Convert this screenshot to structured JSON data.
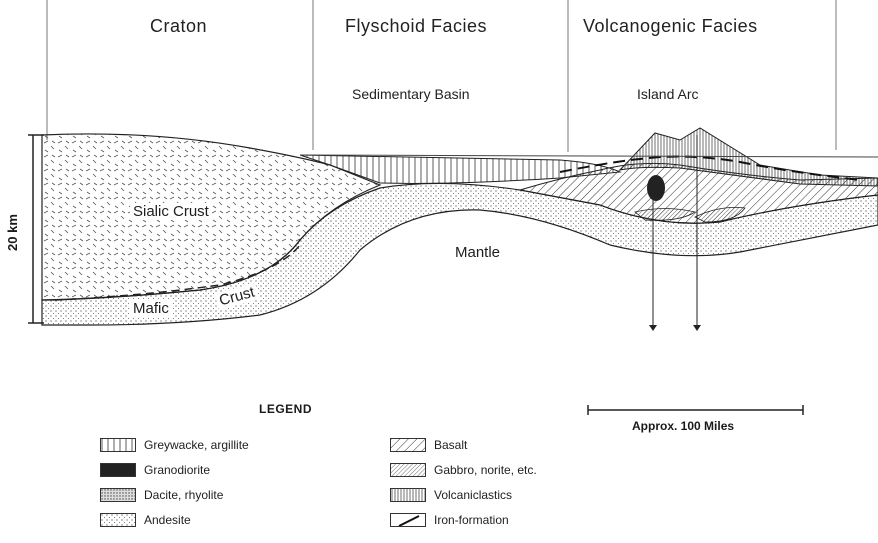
{
  "headers": {
    "craton": "Craton",
    "flyschoid": "Flyschoid Facies",
    "volcanogenic": "Volcanogenic Facies"
  },
  "subheaders": {
    "basin": "Sedimentary Basin",
    "arc": "Island Arc"
  },
  "section": {
    "sialic": "Sialic Crust",
    "mantle": "Mantle",
    "mafic": "Mafic",
    "crust": "Crust",
    "depth": "20 km"
  },
  "legend": {
    "title": "LEGEND",
    "items": [
      {
        "label": "Greywacke, argillite",
        "pattern": "greywacke"
      },
      {
        "label": "Granodiorite",
        "pattern": "granodiorite"
      },
      {
        "label": "Dacite, rhyolite",
        "pattern": "dacite"
      },
      {
        "label": "Andesite",
        "pattern": "andesite"
      },
      {
        "label": "Basalt",
        "pattern": "basalt"
      },
      {
        "label": "Gabbro, norite, etc.",
        "pattern": "gabbro"
      },
      {
        "label": "Volcaniclastics",
        "pattern": "volcaniclastics"
      },
      {
        "label": "Iron-formation",
        "pattern": "ironformation"
      }
    ]
  },
  "scale": {
    "label": "Approx. 100 Miles"
  }
}
